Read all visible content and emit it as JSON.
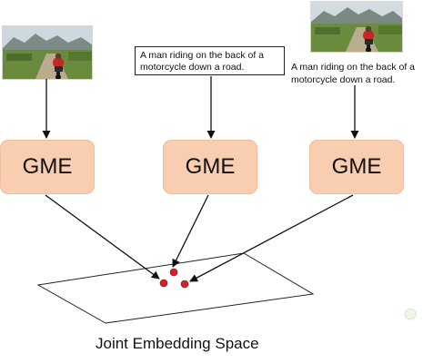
{
  "diagram": {
    "inputs": [
      {
        "kind": "image",
        "name": "motorcycle-photo"
      },
      {
        "kind": "text",
        "name": "caption-boxed",
        "text_line1": "A man riding on the back of a",
        "text_line2": "motorcycle down a road."
      },
      {
        "kind": "image+text",
        "name": "photo-with-caption",
        "text_line1": "A man riding on the back of a",
        "text_line2": "motorcycle down a road."
      }
    ],
    "encoder_label": "GME",
    "space_label": "Joint Embedding Space",
    "colors": {
      "encoder_fill": "#f8cdb0",
      "embedding_point": "#d0222b",
      "arrow": "#111111"
    }
  }
}
